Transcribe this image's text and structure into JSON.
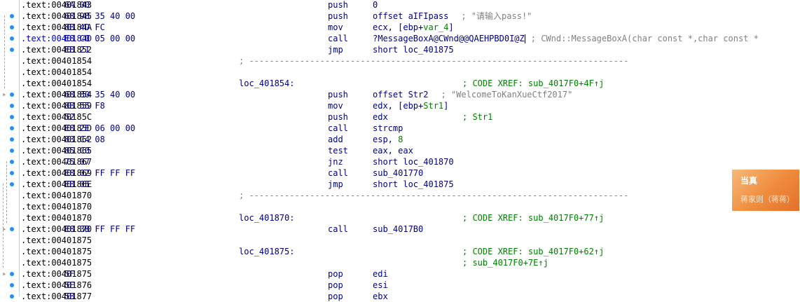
{
  "rows": [
    {
      "addr": ".text:00401843",
      "bytes": "6A 00",
      "label": "",
      "mnem": "push",
      "op": "0",
      "comment": "",
      "xref": "",
      "addr_blue": false
    },
    {
      "addr": ".text:00401845",
      "bytes": "68 98 35 40 00",
      "label": "",
      "mnem": "push",
      "op": "offset aIFIpass",
      "comment": "; \"请输入pass!\"",
      "xref": "",
      "addr_blue": false
    },
    {
      "addr": ".text:0040184A",
      "bytes": "8B 4D FC",
      "label": "",
      "mnem": "mov",
      "op": "ecx, [ebp+",
      "op_g": "var_4",
      "op2": "]",
      "comment": "",
      "xref": "",
      "addr_blue": false
    },
    {
      "addr": ".text:0040184D",
      "bytes": "E8 C0 05 00 00",
      "label": "",
      "mnem": "call",
      "op": "?MessageBoxA@CWnd@@QAEHPBD0I@Z",
      "comment": "; CWnd::MessageBoxA(char const *,char const *",
      "xref": "",
      "addr_blue": true
    },
    {
      "addr": ".text:00401852",
      "bytes": "EB 21",
      "label": "",
      "mnem": "jmp",
      "op": "short loc_401875",
      "comment": "",
      "xref": "",
      "addr_blue": false
    },
    {
      "addr": ".text:00401854",
      "bytes": "",
      "label": "",
      "mnem": "",
      "op": "",
      "comment": "",
      "xref": "",
      "addr_blue": false,
      "sep": "; ---------------------------------------------------------------------------"
    },
    {
      "addr": ".text:00401854",
      "bytes": "",
      "label": "",
      "mnem": "",
      "op": "",
      "comment": "",
      "xref": "",
      "addr_blue": false
    },
    {
      "addr": ".text:00401854",
      "bytes": "",
      "label": "loc_401854:",
      "mnem": "",
      "op": "",
      "comment": "",
      "xref": "; CODE XREF: sub_4017F0+4F↑j",
      "addr_blue": false
    },
    {
      "addr": ".text:00401854",
      "bytes": "68 80 35 40 00",
      "label": "",
      "mnem": "push",
      "op": "offset Str2",
      "comment": "; \"WelcomeToKanXueCtf2017\"",
      "xref": "",
      "addr_blue": false
    },
    {
      "addr": ".text:00401859",
      "bytes": "8B 55 F8",
      "label": "",
      "mnem": "mov",
      "op": "edx, [ebp+",
      "op_g": "Str1",
      "op2": "]",
      "comment": "",
      "xref": "",
      "addr_blue": false
    },
    {
      "addr": ".text:0040185C",
      "bytes": "52",
      "label": "",
      "mnem": "push",
      "op": "edx",
      "comment": "",
      "xref": "; Str1",
      "addr_blue": false
    },
    {
      "addr": ".text:0040185D",
      "bytes": "E8 2E 06 00 00",
      "label": "",
      "mnem": "call",
      "op": "strcmp",
      "comment": "",
      "xref": "",
      "addr_blue": false
    },
    {
      "addr": ".text:00401862",
      "bytes": "83 C4 08",
      "label": "",
      "mnem": "add",
      "op": "esp, ",
      "op_g": "8",
      "op2": "",
      "comment": "",
      "xref": "",
      "addr_blue": false
    },
    {
      "addr": ".text:00401865",
      "bytes": "85 C0",
      "label": "",
      "mnem": "test",
      "op": "eax, eax",
      "comment": "",
      "xref": "",
      "addr_blue": false
    },
    {
      "addr": ".text:00401867",
      "bytes": "75 07",
      "label": "",
      "mnem": "jnz",
      "op": "short loc_401870",
      "comment": "",
      "xref": "",
      "addr_blue": false
    },
    {
      "addr": ".text:00401869",
      "bytes": "E8 02 FF FF FF",
      "label": "",
      "mnem": "call",
      "op": "sub_401770",
      "comment": "",
      "xref": "",
      "addr_blue": false
    },
    {
      "addr": ".text:0040186E",
      "bytes": "EB 05",
      "label": "",
      "mnem": "jmp",
      "op": "short loc_401875",
      "comment": "",
      "xref": "",
      "addr_blue": false
    },
    {
      "addr": ".text:00401870",
      "bytes": "",
      "label": "",
      "mnem": "",
      "op": "",
      "comment": "",
      "xref": "",
      "addr_blue": false,
      "sep": "; ---------------------------------------------------------------------------"
    },
    {
      "addr": ".text:00401870",
      "bytes": "",
      "label": "",
      "mnem": "",
      "op": "",
      "comment": "",
      "xref": "",
      "addr_blue": false
    },
    {
      "addr": ".text:00401870",
      "bytes": "",
      "label": "loc_401870:",
      "mnem": "",
      "op": "",
      "comment": "",
      "xref": "; CODE XREF: sub_4017F0+77↑j",
      "addr_blue": false
    },
    {
      "addr": ".text:00401870",
      "bytes": "E8 3B FF FF FF",
      "label": "",
      "mnem": "call",
      "op": "sub_4017B0",
      "comment": "",
      "xref": "",
      "addr_blue": false
    },
    {
      "addr": ".text:00401875",
      "bytes": "",
      "label": "",
      "mnem": "",
      "op": "",
      "comment": "",
      "xref": "",
      "addr_blue": false
    },
    {
      "addr": ".text:00401875",
      "bytes": "",
      "label": "loc_401875:",
      "mnem": "",
      "op": "",
      "comment": "",
      "xref": "; CODE XREF: sub_4017F0+62↑j",
      "addr_blue": false
    },
    {
      "addr": ".text:00401875",
      "bytes": "",
      "label": "",
      "mnem": "",
      "op": "",
      "comment": "",
      "xref": "; sub_4017F0+7E↑j",
      "addr_blue": false
    },
    {
      "addr": ".text:00401875",
      "bytes": "5F",
      "label": "",
      "mnem": "pop",
      "op": "edi",
      "comment": "",
      "xref": "",
      "addr_blue": false
    },
    {
      "addr": ".text:00401876",
      "bytes": "5E",
      "label": "",
      "mnem": "pop",
      "op": "esi",
      "comment": "",
      "xref": "",
      "addr_blue": false
    },
    {
      "addr": ".text:00401877",
      "bytes": "5B",
      "label": "",
      "mnem": "pop",
      "op": "ebx",
      "comment": "",
      "xref": "",
      "addr_blue": false
    }
  ],
  "markers": [
    1,
    2,
    3,
    4,
    8,
    9,
    10,
    11,
    12,
    13,
    14,
    15,
    16,
    20,
    24,
    25,
    26
  ],
  "arrows": [
    8,
    20,
    24
  ],
  "popup": {
    "title": "当真",
    "subtitle": "蒋家则（蒋蒋）"
  },
  "colors": {
    "address": "#000000",
    "address_highlight": "#0000c0",
    "code": "#000080",
    "xref": "#008000",
    "comment": "#808080",
    "marker": "#1e90ff",
    "popup": "#ef8b3c"
  }
}
